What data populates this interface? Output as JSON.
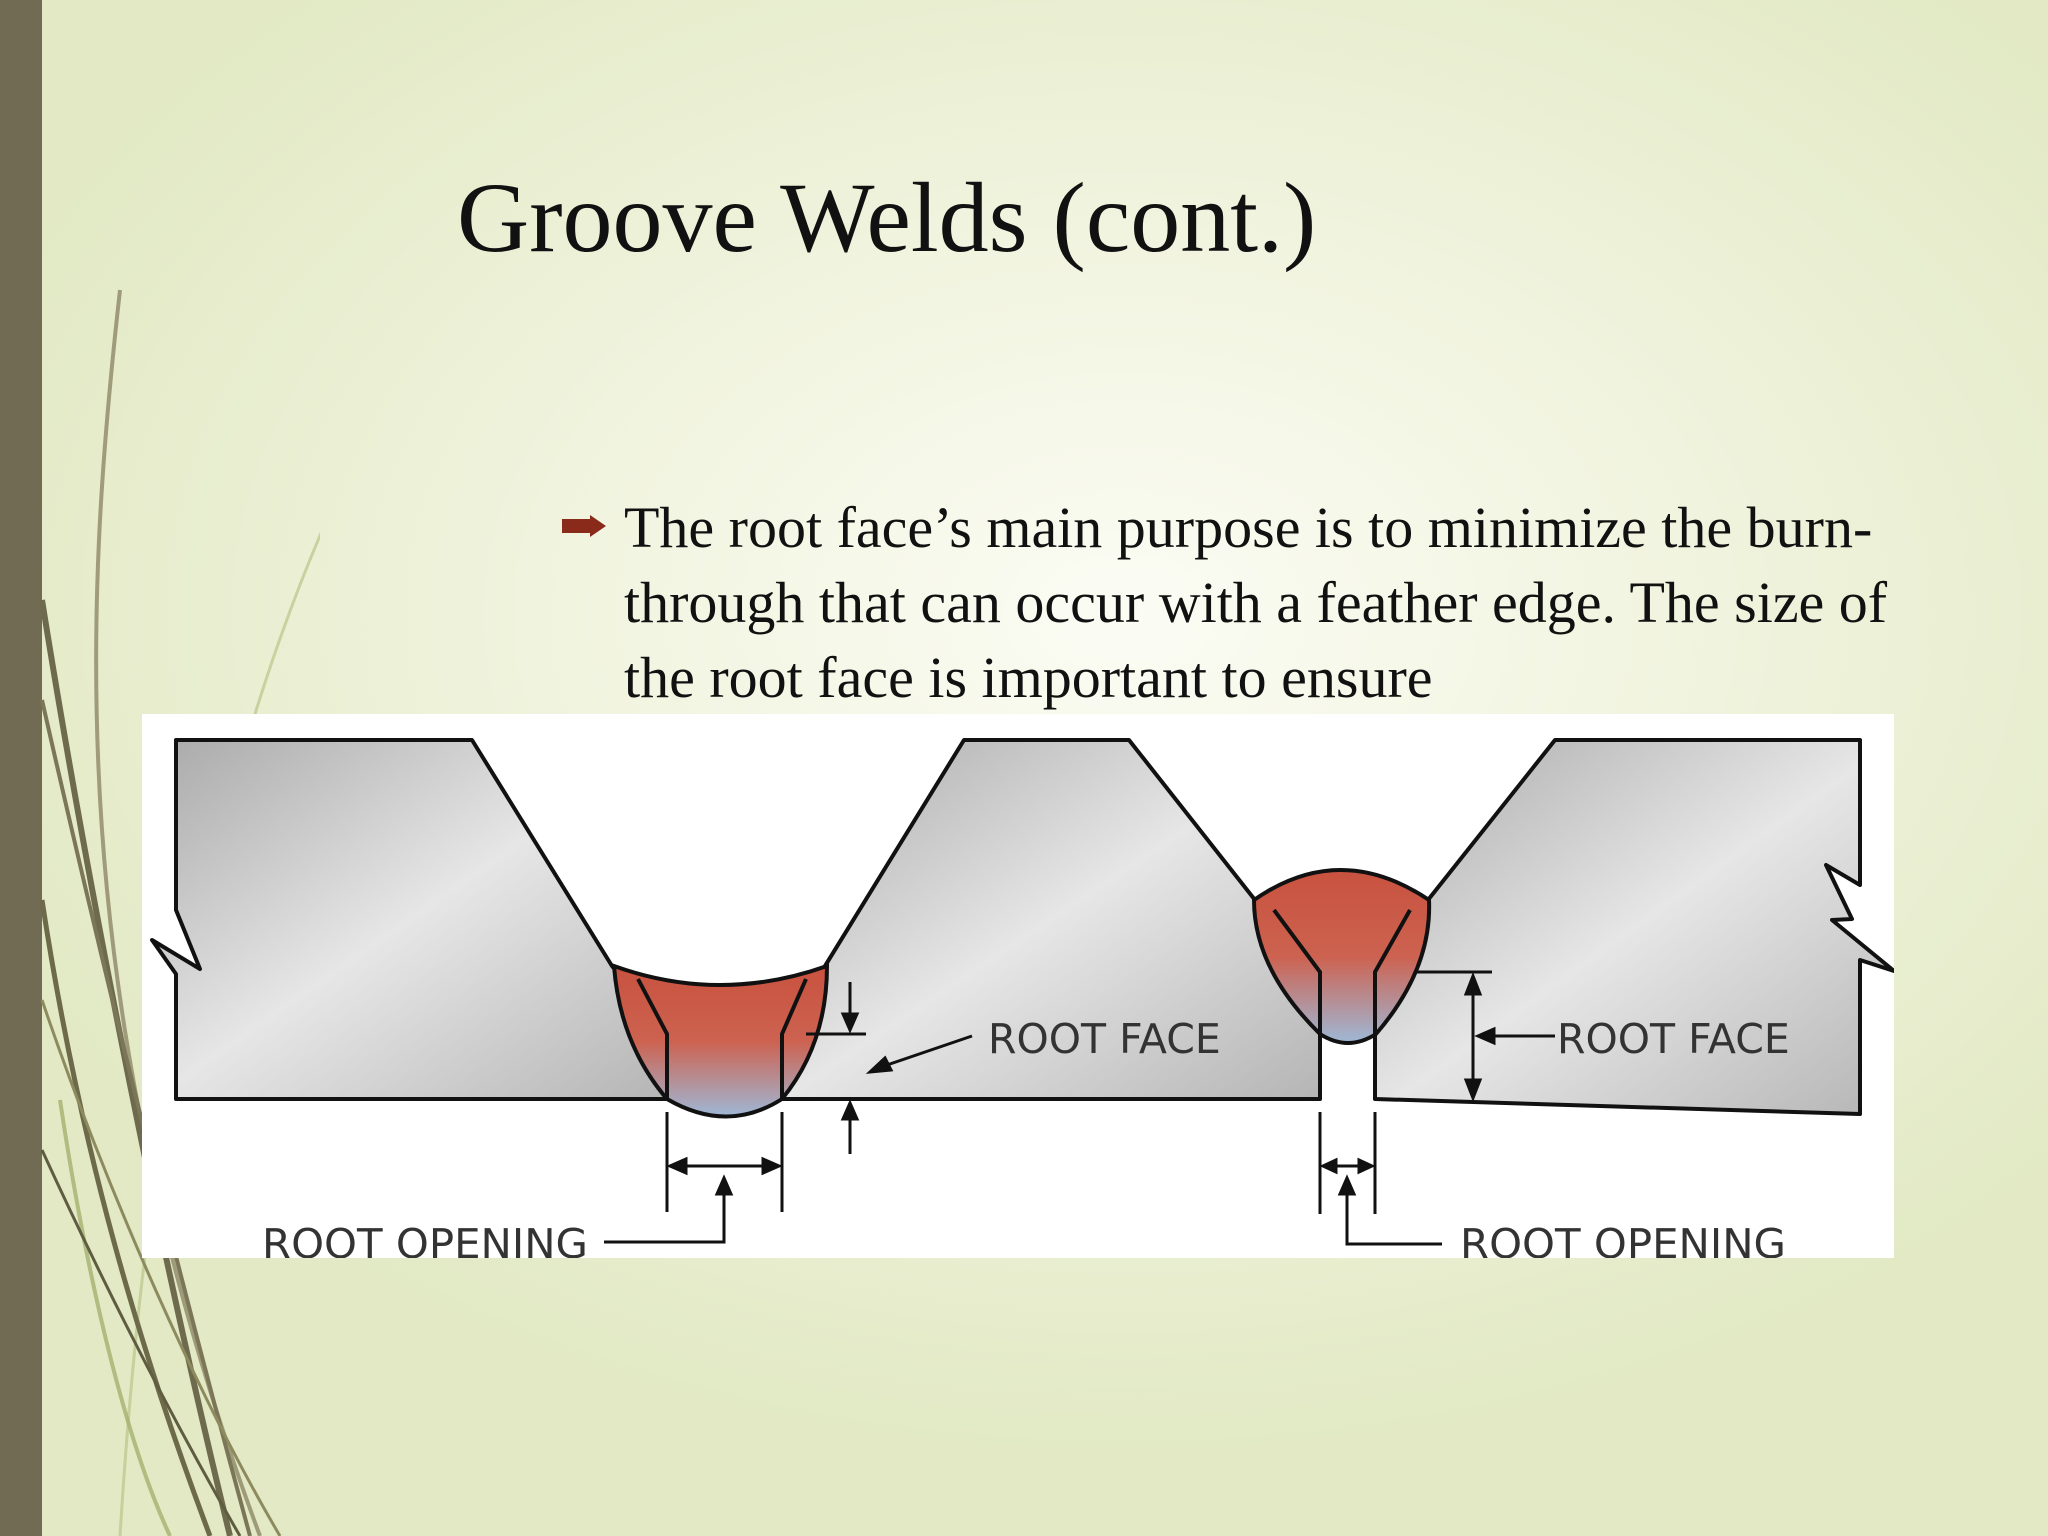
{
  "slide": {
    "title": "Groove Welds (cont.)",
    "bullet_icon": "arrow-bullet-icon",
    "bullet_text": "The root face’s main purpose is to minimize the burn-through that can occur with a feather edge. The size of the root face is important to ensure"
  },
  "diagram": {
    "labels": {
      "root_face_left": "ROOT FACE",
      "root_face_right": "ROOT FACE",
      "root_opening_left": "ROOT OPENING",
      "root_opening_right": "ROOT OPENING"
    }
  },
  "colors": {
    "left_bar": "#726b54",
    "weld_top": "#cc5a48",
    "weld_bottom": "#9fb8d6",
    "bullet_arrow": "#8a2a1a",
    "plate_gray": "#c4c4c4"
  }
}
